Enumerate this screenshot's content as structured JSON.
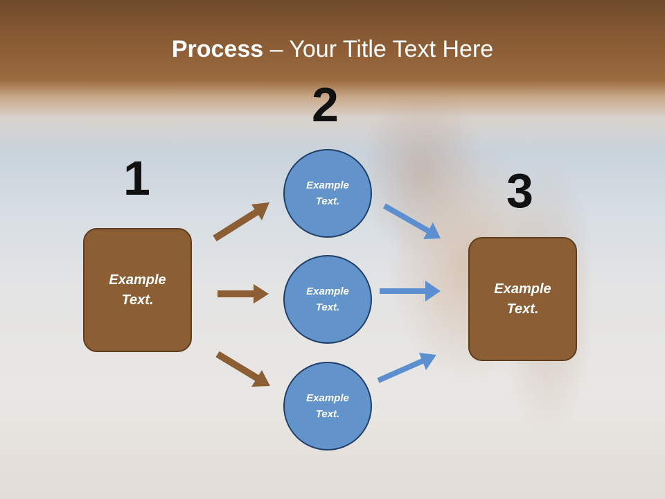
{
  "title": {
    "bold": "Process",
    "rest": " – Your Title Text Here"
  },
  "steps": [
    {
      "number": "1"
    },
    {
      "number": "2"
    },
    {
      "number": "3"
    }
  ],
  "boxes": [
    {
      "line1": "Example",
      "line2": "Text."
    },
    {
      "line1": "Example",
      "line2": "Text."
    }
  ],
  "circles": [
    {
      "line1": "Example",
      "line2": "Text."
    },
    {
      "line1": "Example",
      "line2": "Text."
    },
    {
      "line1": "Example",
      "line2": "Text."
    }
  ],
  "colors": {
    "box": "#8b5e34",
    "circle": "#6293cb",
    "brown_arrow": "#8b5e34",
    "blue_arrow": "#5b8fcf"
  }
}
